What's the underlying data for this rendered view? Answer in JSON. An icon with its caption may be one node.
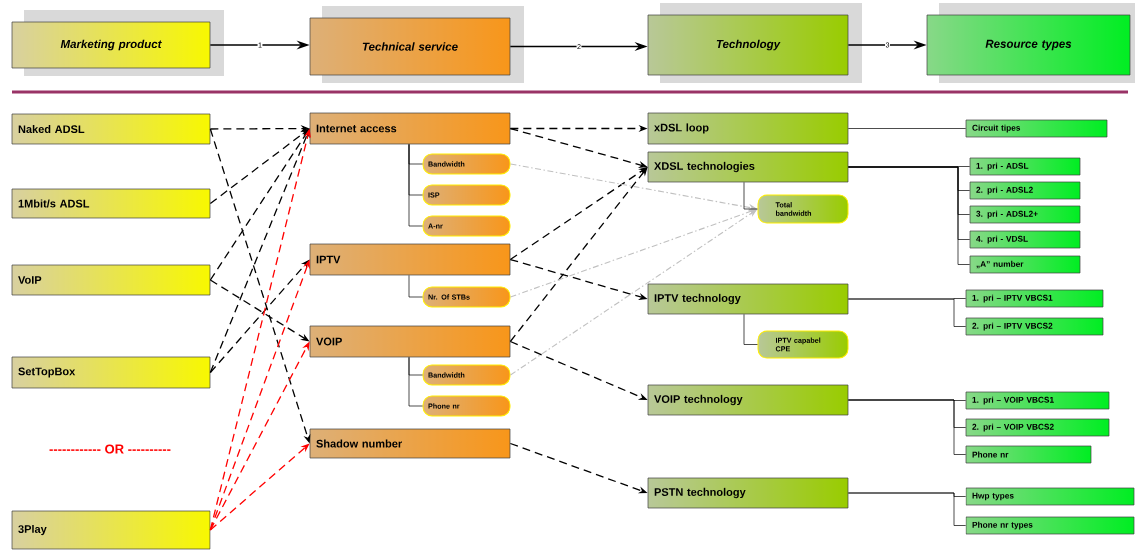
{
  "diagram": {
    "nodes": [
      {
        "text": [
          "Marketing product"
        ]
      },
      {
        "text": [
          "Technical service"
        ]
      },
      {
        "text": [
          "Technology"
        ]
      },
      {
        "text": [
          "Resource types"
        ]
      },
      {
        "text": [
          "Naked ADSL"
        ]
      },
      {
        "text": [
          "1Mbit/s ADSL"
        ]
      },
      {
        "text": [
          "VoIP"
        ]
      },
      {
        "text": [
          "SetTopBox"
        ]
      },
      {
        "text": [
          "3Play"
        ]
      },
      {
        "text": [
          "Internet access"
        ]
      },
      {
        "text": [
          "Bandwidth"
        ]
      },
      {
        "text": [
          "ISP"
        ]
      },
      {
        "text": [
          "A-nr"
        ]
      },
      {
        "text": [
          "IPTV"
        ]
      },
      {
        "text": [
          "Nr. Of STBs"
        ]
      },
      {
        "text": [
          "VOIP"
        ]
      },
      {
        "text": [
          "Bandwidth"
        ]
      },
      {
        "text": [
          "Phone nr"
        ]
      },
      {
        "text": [
          "Shadow number"
        ]
      },
      {
        "text": [
          "xDSL loop"
        ]
      },
      {
        "text": [
          "XDSL technologies"
        ]
      },
      {
        "text": [
          "Total bandwidth"
        ]
      },
      {
        "text": [
          "IPTV technology"
        ]
      },
      {
        "text": [
          "IPTV capabel CPE"
        ]
      },
      {
        "text": [
          "VOIP technology"
        ]
      },
      {
        "text": [
          "PSTN technology"
        ]
      },
      {
        "text": [
          "Circuit tipes"
        ]
      },
      {
        "text": [
          "1. pri - ADSL"
        ]
      },
      {
        "text": [
          "2. pri - ADSL2"
        ]
      },
      {
        "text": [
          "3. pri - ADSL2+"
        ]
      },
      {
        "text": [
          "4. pri - VDSL"
        ]
      },
      {
        "text": [
          "„A” number"
        ]
      },
      {
        "text": [
          "1. pri – IPTV VBCS1"
        ]
      },
      {
        "text": [
          "2. pri – IPTV VBCS2"
        ]
      },
      {
        "text": [
          "1. pri – VOIP VBCS1"
        ]
      },
      {
        "text": [
          "2. pri – VOIP VBCS2"
        ]
      },
      {
        "text": [
          "Phone nr"
        ]
      },
      {
        "text": [
          "Hwp types"
        ]
      },
      {
        "text": [
          "Phone nr types"
        ]
      }
    ],
    "edges": [
      {
        "from": 0,
        "to": 1,
        "arrow": "to",
        "label": "1"
      },
      {
        "from": 1,
        "to": 2,
        "arrow": "to",
        "label": "2"
      },
      {
        "from": 2,
        "to": 3,
        "arrow": "to",
        "label": "3"
      },
      {
        "from": 4,
        "to": 9,
        "arrow": "to",
        "style": "dashed"
      },
      {
        "from": 4,
        "to": 18,
        "arrow": "to",
        "style": "dashed"
      },
      {
        "from": 5,
        "to": 9,
        "arrow": "to",
        "style": "dashed"
      },
      {
        "from": 6,
        "to": 9,
        "arrow": "to",
        "style": "dashed"
      },
      {
        "from": 6,
        "to": 15,
        "arrow": "to",
        "style": "dashed"
      },
      {
        "from": 7,
        "to": 9,
        "arrow": "to",
        "style": "dashed"
      },
      {
        "from": 7,
        "to": 13,
        "arrow": "to",
        "style": "dashed"
      },
      {
        "from": 8,
        "to": 9,
        "arrow": "to",
        "style": "dashed",
        "color": "#ff0000"
      },
      {
        "from": 8,
        "to": 13,
        "arrow": "to",
        "style": "dashed",
        "color": "#ff0000"
      },
      {
        "from": 8,
        "to": 15,
        "arrow": "to",
        "style": "dashed",
        "color": "#ff0000"
      },
      {
        "from": 8,
        "to": 18,
        "arrow": "to",
        "style": "dashed",
        "color": "#ff0000"
      },
      {
        "from": 9,
        "to": 19,
        "arrow": "to",
        "style": "dashed"
      },
      {
        "from": 9,
        "to": 20,
        "arrow": "to",
        "style": "dashed"
      },
      {
        "from": 13,
        "to": 20,
        "arrow": "to",
        "style": "dashed"
      },
      {
        "from": 13,
        "to": 22,
        "arrow": "to",
        "style": "dashed"
      },
      {
        "from": 15,
        "to": 20,
        "arrow": "to",
        "style": "dashed"
      },
      {
        "from": 15,
        "to": 24,
        "arrow": "to",
        "style": "dashed"
      },
      {
        "from": 18,
        "to": 25,
        "arrow": "to",
        "style": "dashed"
      },
      {
        "from": 10,
        "to": 21,
        "arrow": "to",
        "style": "dashed",
        "color": "#c0c0c0"
      },
      {
        "from": 14,
        "to": 21,
        "arrow": "to",
        "style": "dashed",
        "color": "#c0c0c0"
      },
      {
        "from": 16,
        "to": 21,
        "arrow": "to",
        "style": "dashed",
        "color": "#c0c0c0"
      },
      {
        "from": 9,
        "to": 10,
        "arrow": "none"
      },
      {
        "from": 9,
        "to": 11,
        "arrow": "none"
      },
      {
        "from": 9,
        "to": 12,
        "arrow": "none"
      },
      {
        "from": 13,
        "to": 14,
        "arrow": "none"
      },
      {
        "from": 15,
        "to": 16,
        "arrow": "none"
      },
      {
        "from": 15,
        "to": 17,
        "arrow": "none"
      },
      {
        "from": 20,
        "to": 21,
        "arrow": "none"
      },
      {
        "from": 22,
        "to": 23,
        "arrow": "none"
      },
      {
        "from": 19,
        "to": 26,
        "arrow": "none"
      },
      {
        "from": 20,
        "to": 27,
        "arrow": "none"
      },
      {
        "from": 20,
        "to": 28,
        "arrow": "none"
      },
      {
        "from": 20,
        "to": 29,
        "arrow": "none"
      },
      {
        "from": 20,
        "to": 30,
        "arrow": "none"
      },
      {
        "from": 20,
        "to": 31,
        "arrow": "none"
      },
      {
        "from": 22,
        "to": 32,
        "arrow": "none"
      },
      {
        "from": 22,
        "to": 33,
        "arrow": "none"
      },
      {
        "from": 24,
        "to": 34,
        "arrow": "none"
      },
      {
        "from": 24,
        "to": 35,
        "arrow": "none"
      },
      {
        "from": 24,
        "to": 36,
        "arrow": "none"
      },
      {
        "from": 25,
        "to": 37,
        "arrow": "none"
      },
      {
        "from": 25,
        "to": 38,
        "arrow": "none"
      }
    ],
    "labels": [
      "------------ OR ----------"
    ]
  }
}
